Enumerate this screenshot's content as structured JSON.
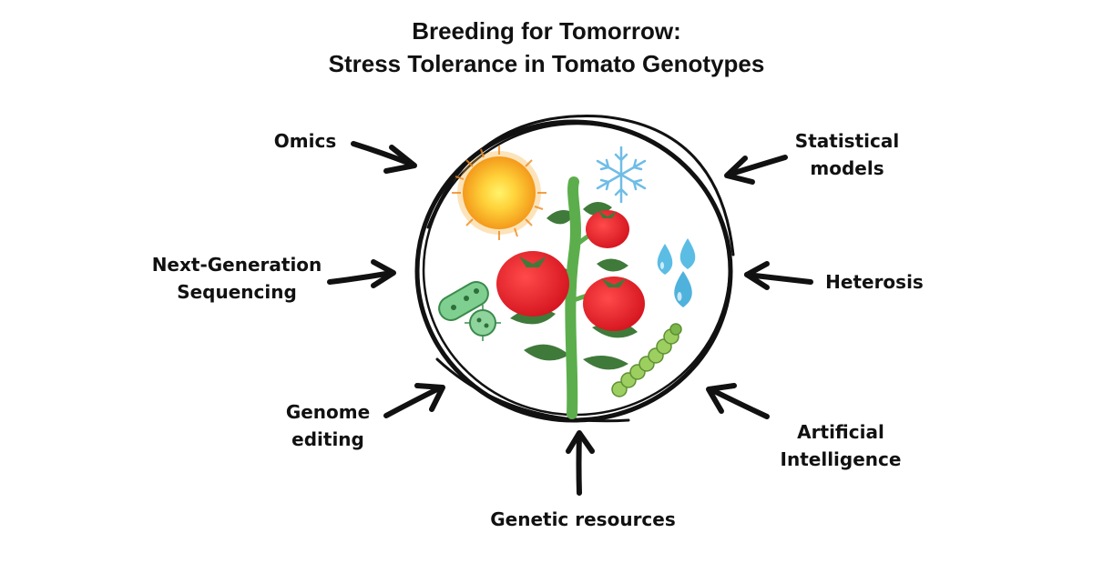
{
  "title": {
    "line1": "Breeding for Tomorrow:",
    "line2": "Stress Tolerance in Tomato Genotypes"
  },
  "labels": {
    "omics": "Omics",
    "ngs_line1": "Next-Generation",
    "ngs_line2": "Sequencing",
    "genome_line1": "Genome",
    "genome_line2": "editing",
    "genetic_resources": "Genetic resources",
    "stat_line1": "Statistical",
    "stat_line2": "models",
    "heterosis": "Heterosis",
    "ai_line1": "Artificial",
    "ai_line2": "Intelligence"
  },
  "colors": {
    "ink": "#111111",
    "tomato": "#e0202a",
    "leaf": "#3f7a3a",
    "stem": "#5cae4c",
    "sun": "#f3a21b",
    "water": "#57b9e0",
    "snowflake": "#7fc6e8",
    "microbe": "#7bc98e"
  },
  "icons": [
    "sun-icon",
    "snowflake-icon",
    "water-drops-icon",
    "microbe-icon",
    "caterpillar-icon",
    "tomato-plant-icon"
  ]
}
